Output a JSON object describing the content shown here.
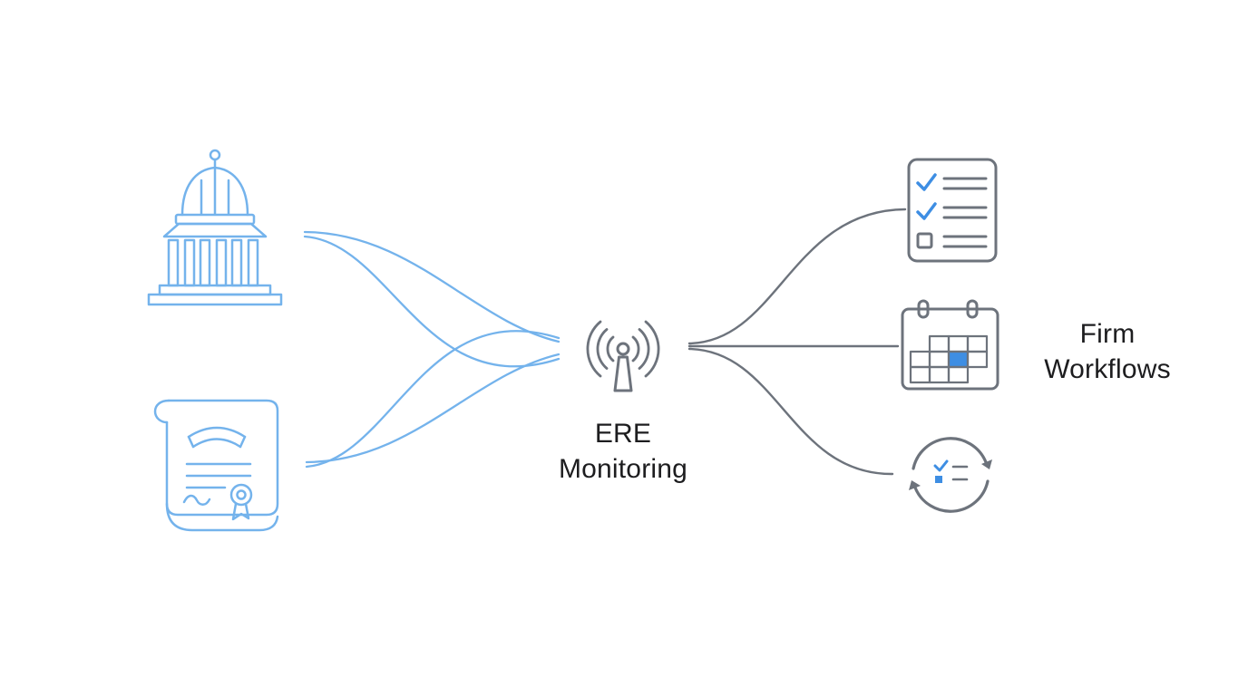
{
  "diagram": {
    "center_label": {
      "line1": "ERE",
      "line2": "Monitoring"
    },
    "right_label": {
      "line1": "Firm",
      "line2": "Workflows"
    },
    "colors": {
      "blue": "#74B3EC",
      "accent_blue": "#3E8EE3",
      "gray": "#6D737C",
      "text": "#1D1D1F",
      "background": "#FFFFFF"
    },
    "nodes": {
      "sources": [
        "capitol-building",
        "certificate-scroll"
      ],
      "hub": "ere-monitoring-broadcast",
      "outputs": [
        "checklist",
        "calendar",
        "recurring-cycle"
      ]
    }
  }
}
